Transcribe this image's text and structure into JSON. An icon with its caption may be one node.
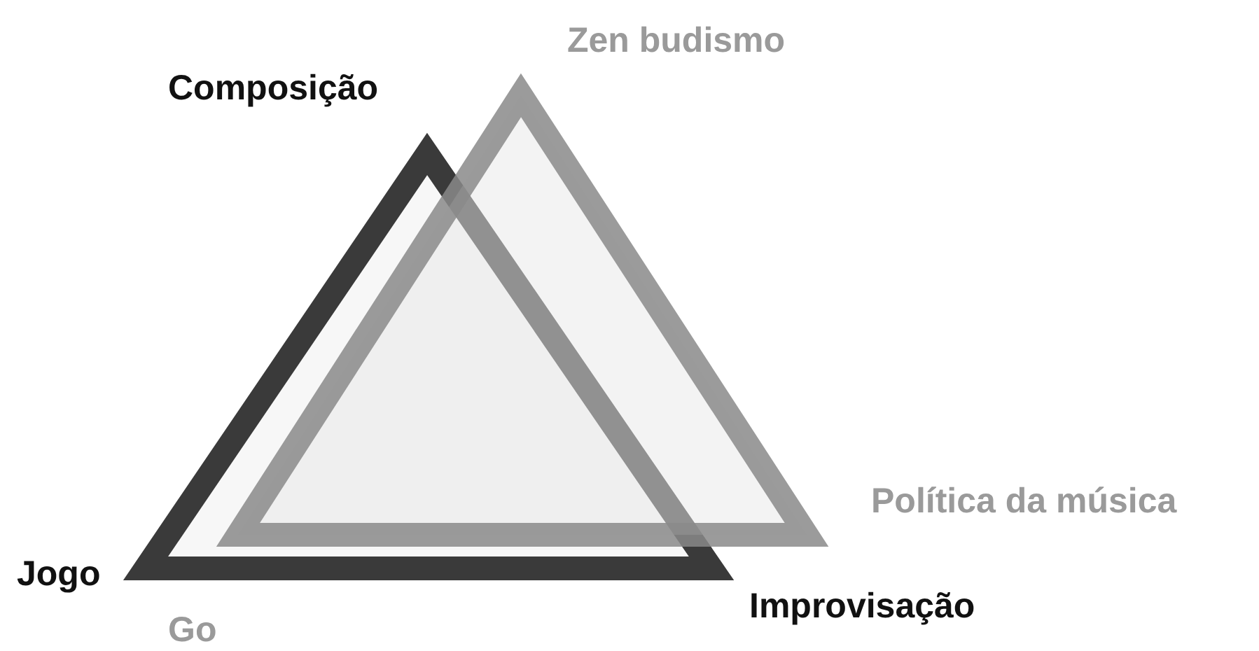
{
  "diagram": {
    "labels": [
      "Zen budismo",
      "Composição",
      "Política da música",
      "Jogo",
      "Improvisação",
      "Go"
    ]
  }
}
